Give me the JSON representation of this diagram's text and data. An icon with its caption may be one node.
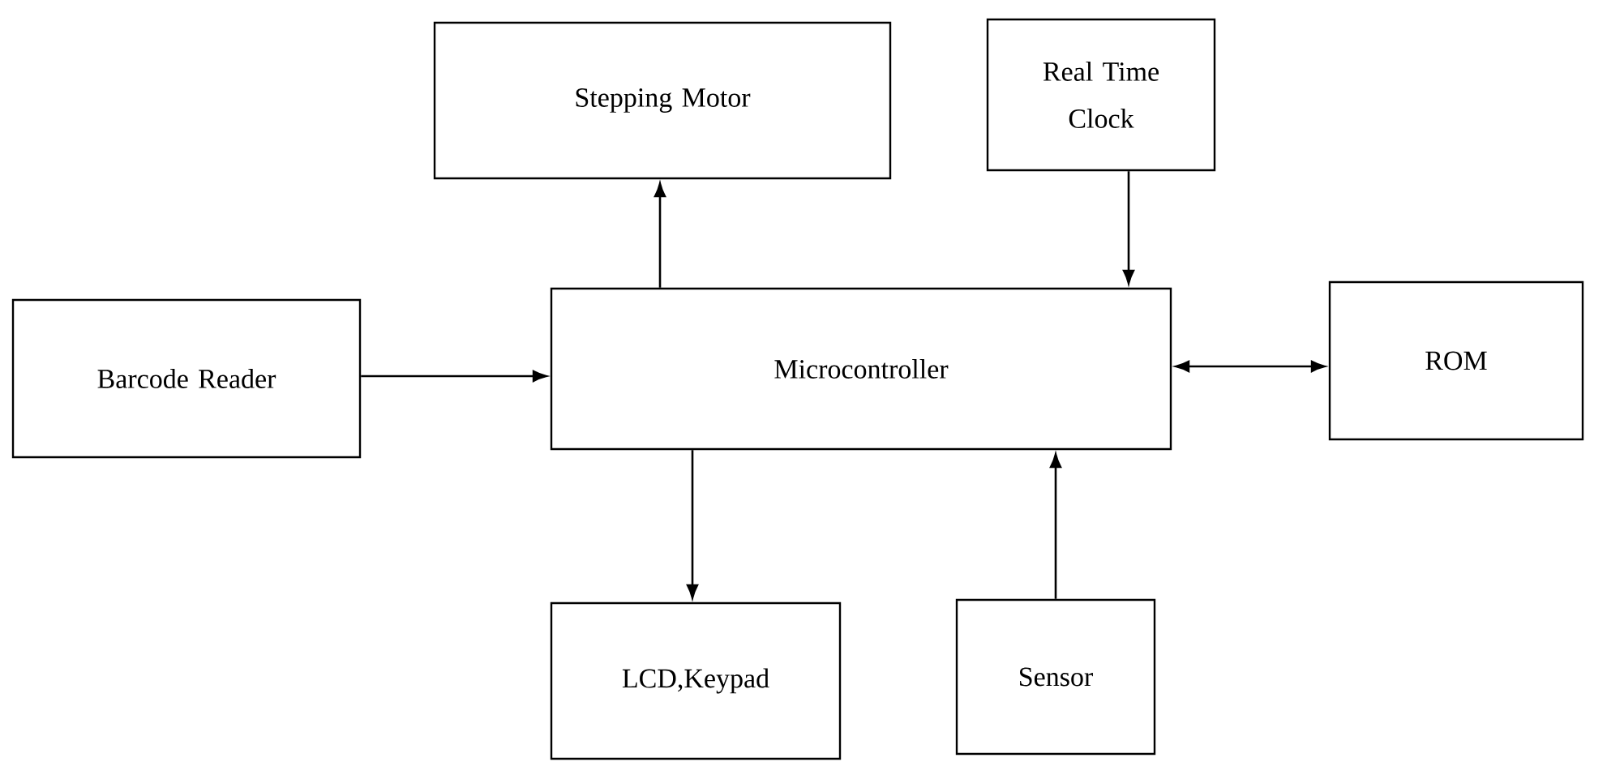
{
  "diagram": {
    "nodes": [
      {
        "text": [
          "Stepping Motor"
        ]
      },
      {
        "text": [
          "Real Time Clock"
        ]
      },
      {
        "text": [
          "Barcode Reader"
        ]
      },
      {
        "text": [
          "Microcontroller"
        ]
      },
      {
        "text": [
          "ROM"
        ]
      },
      {
        "text": [
          "LCD,Keypad"
        ]
      },
      {
        "text": [
          "Sensor"
        ]
      }
    ],
    "edges": [
      {
        "from": 3,
        "to": 0,
        "arrow": "to"
      },
      {
        "from": 1,
        "to": 3,
        "arrow": "to"
      },
      {
        "from": 2,
        "to": 3,
        "arrow": "to"
      },
      {
        "from": 3,
        "to": 4,
        "arrow": "both"
      },
      {
        "from": 3,
        "to": 5,
        "arrow": "to"
      },
      {
        "from": 6,
        "to": 3,
        "arrow": "to"
      }
    ]
  }
}
